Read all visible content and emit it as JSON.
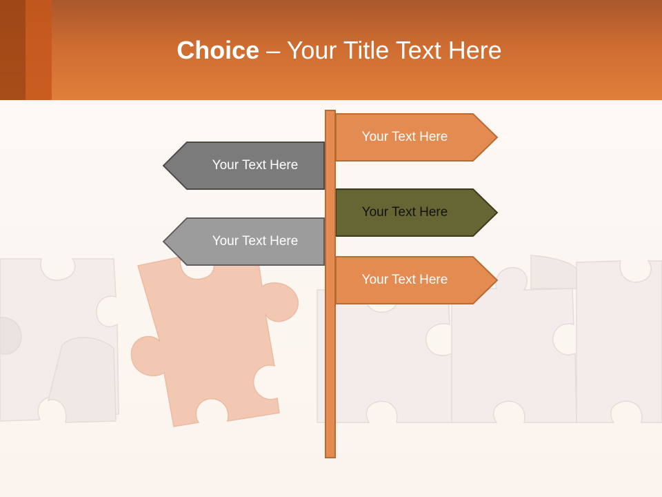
{
  "slide": {
    "title_bold": "Choice",
    "title_rest": " – Your Title Text Here"
  },
  "signs": [
    {
      "label": "Your Text Here",
      "direction": "right",
      "fill": "#e48b52",
      "text_color": "#ffffff"
    },
    {
      "label": "Your Text Here",
      "direction": "left",
      "fill": "#7b7b7b",
      "text_color": "#ffffff"
    },
    {
      "label": "Your Text Here",
      "direction": "right",
      "fill": "#666635",
      "text_color": "#111111"
    },
    {
      "label": "Your Text Here",
      "direction": "left",
      "fill": "#9c9c9c",
      "text_color": "#ffffff"
    },
    {
      "label": "Your Text Here",
      "direction": "right",
      "fill": "#e48b52",
      "text_color": "#ffffff"
    }
  ],
  "colors": {
    "header_top": "#a9582b",
    "header_bottom": "#e07f3b",
    "accent_orange": "#e48b52",
    "background": "#fdf8f4"
  },
  "icons": [
    "puzzle-pieces-illustration",
    "signpost-pole"
  ]
}
